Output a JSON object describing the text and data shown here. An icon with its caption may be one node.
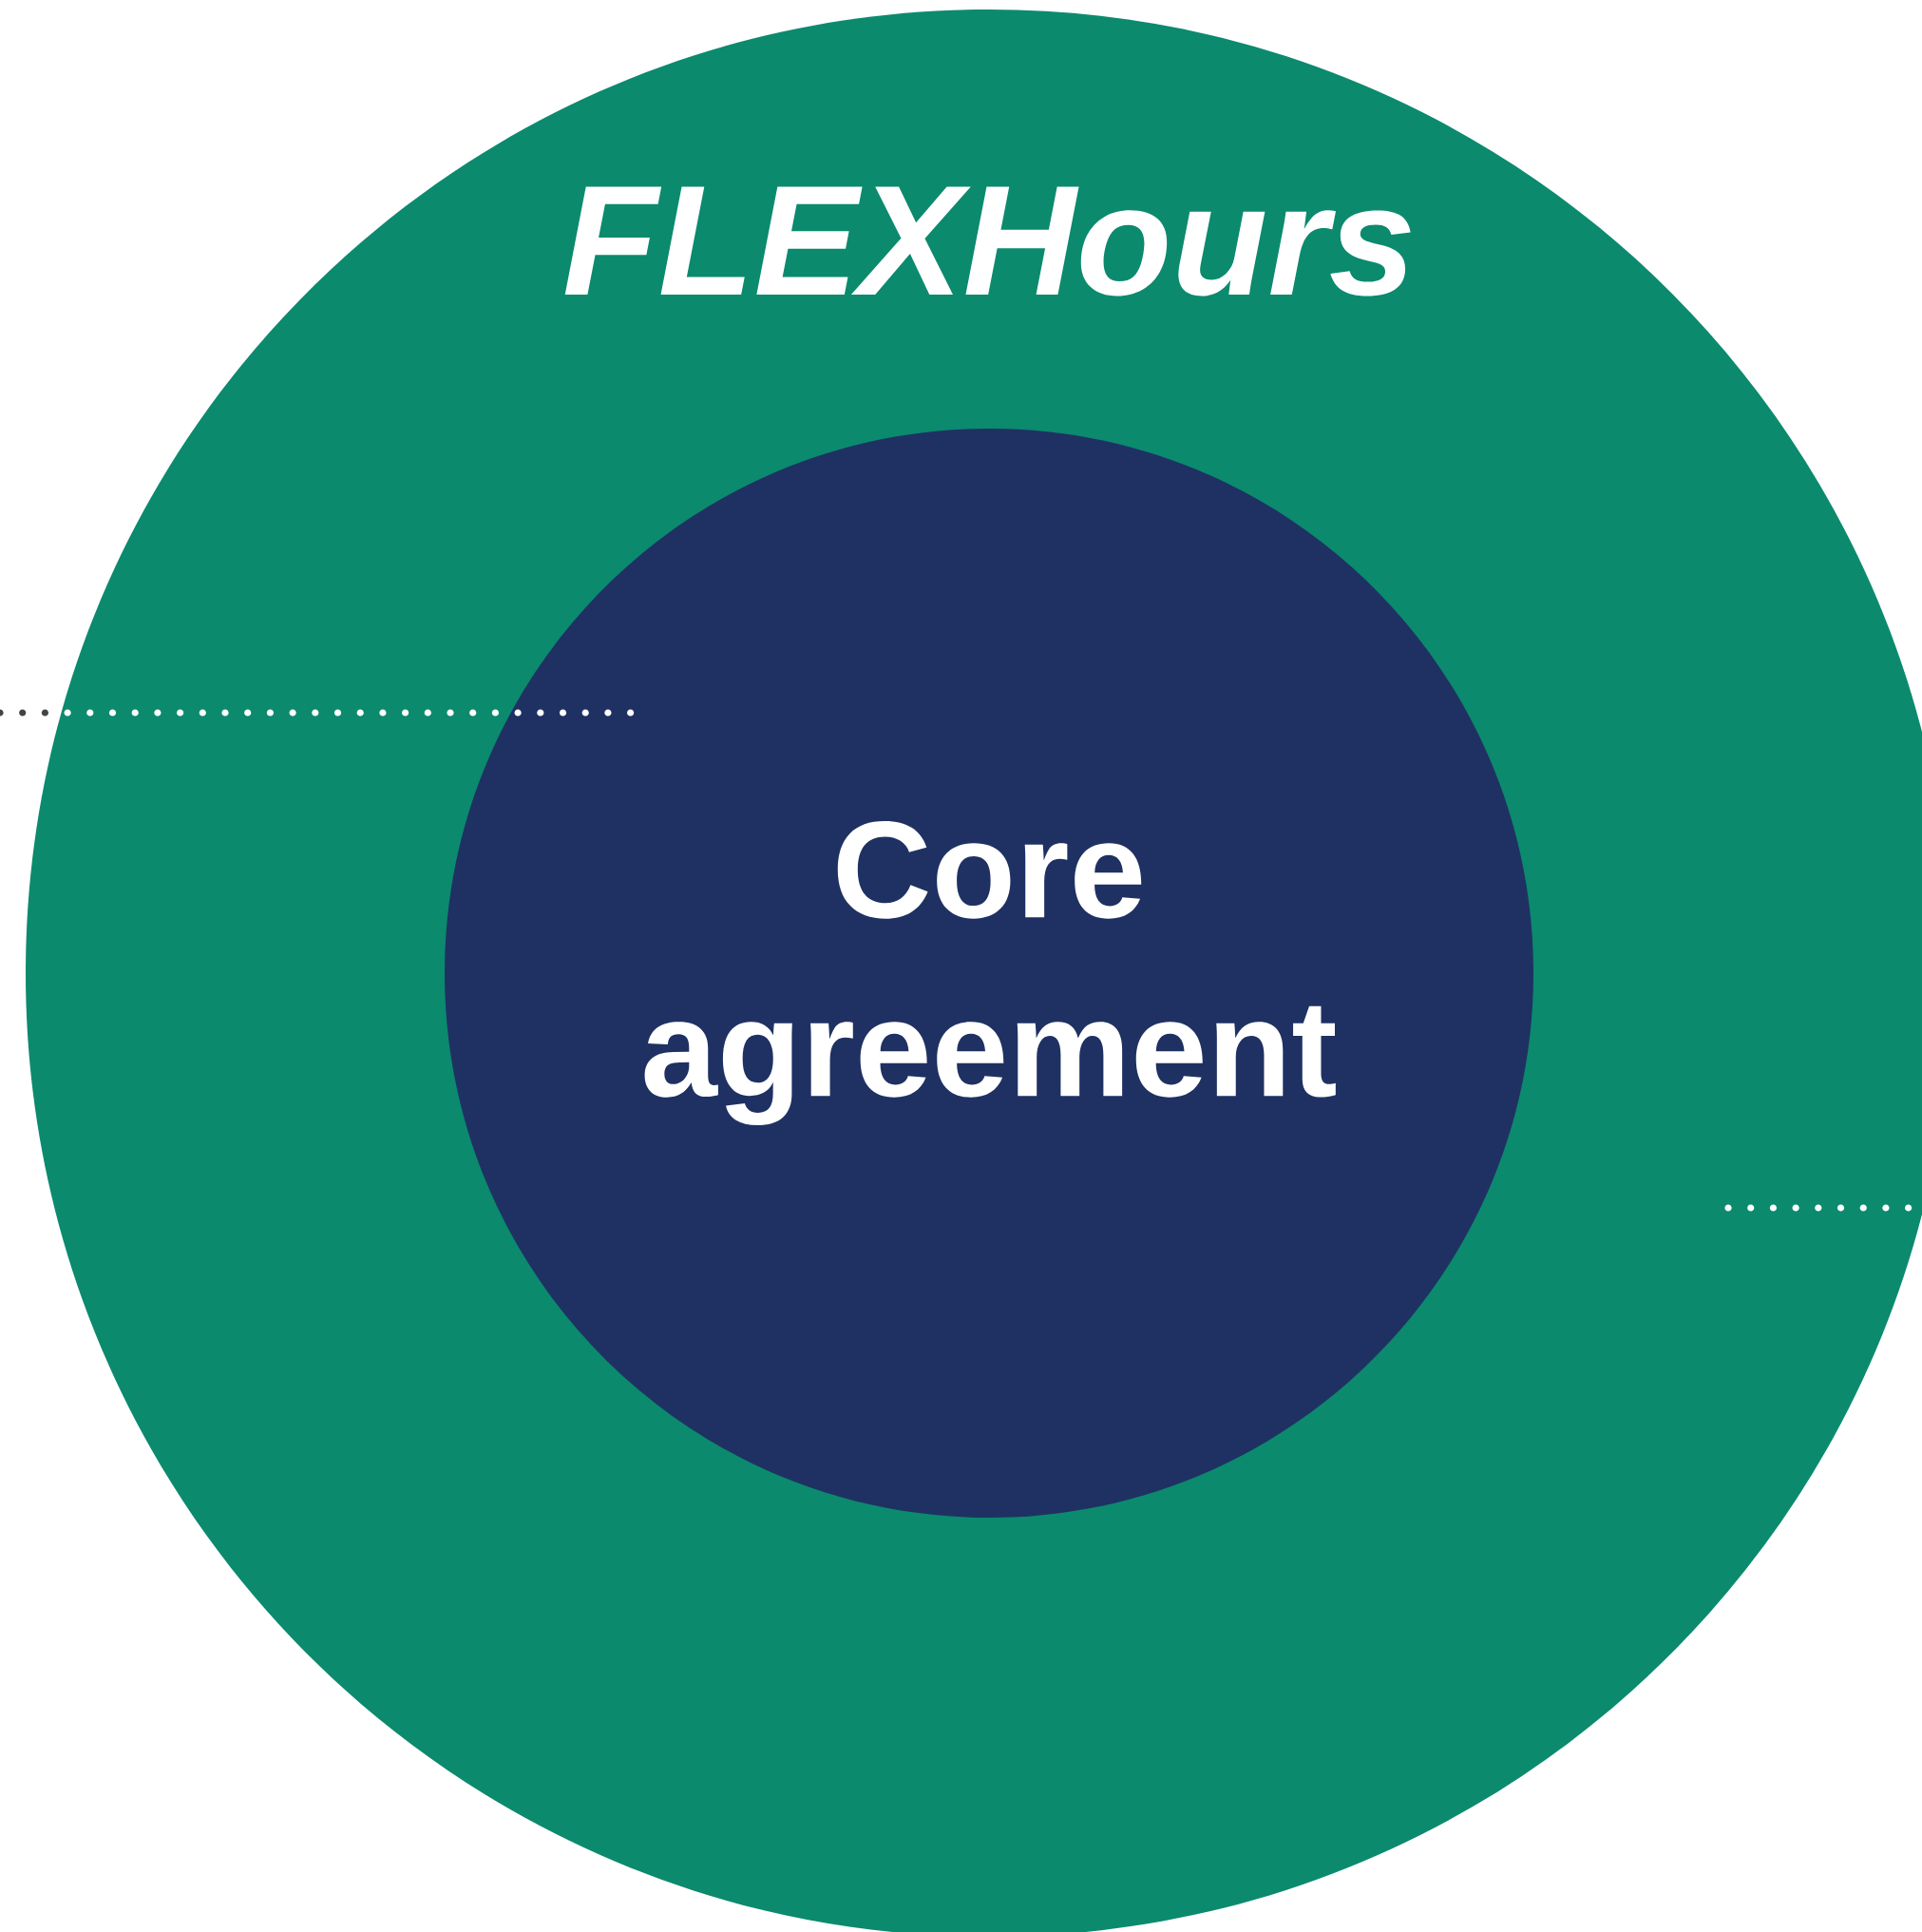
{
  "diagram": {
    "nodes": [
      {
        "text": [
          "FLEXHours"
        ]
      },
      {
        "text": [
          "Core agreement"
        ],
        "in": 0
      }
    ]
  }
}
